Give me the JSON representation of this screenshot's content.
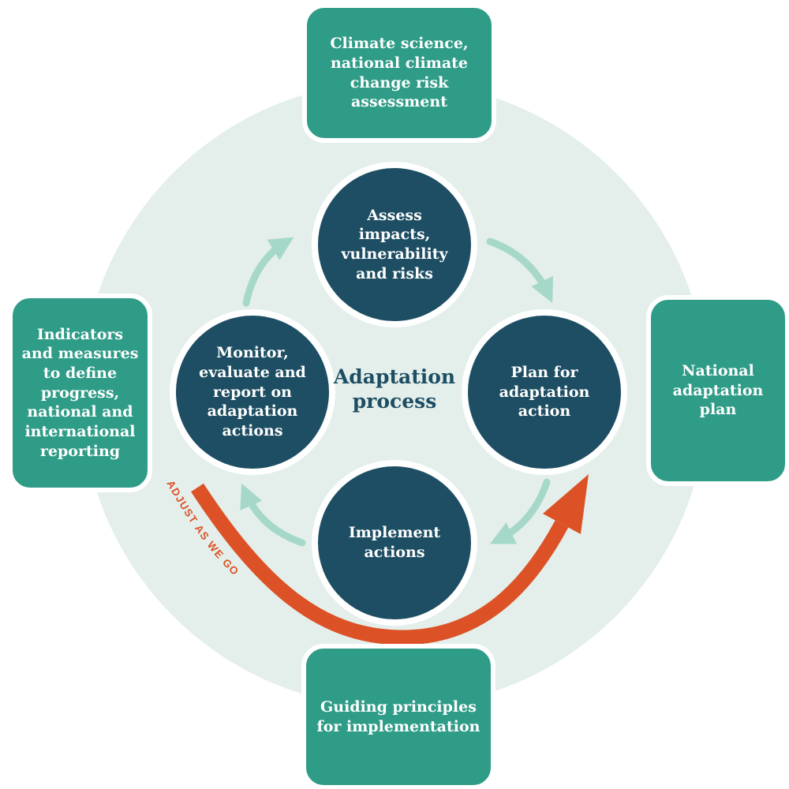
{
  "diagram": {
    "center_label": "Adaptation\nprocess",
    "cycle_nodes": [
      {
        "id": "assess",
        "label": "Assess\nimpacts,\nvulnerability\nand risks"
      },
      {
        "id": "plan",
        "label": "Plan for\nadaptation\naction"
      },
      {
        "id": "implement",
        "label": "Implement\nactions"
      },
      {
        "id": "monitor",
        "label": "Monitor,\nevaluate and\nreport on\nadaptation\nactions"
      }
    ],
    "outer_boxes": [
      {
        "position": "top",
        "label": "Climate science,\nnational climate\nchange risk\nassessment"
      },
      {
        "position": "right",
        "label": "National\nadaptation\nplan"
      },
      {
        "position": "bottom",
        "label": "Guiding principles\nfor implementation"
      },
      {
        "position": "left",
        "label": "Indicators\nand measures\nto define\nprogress,\nnational and\ninternational\nreporting"
      }
    ],
    "feedback_arrow_label": "ADJUST AS WE GO",
    "colors": {
      "box_green": "#2F9C87",
      "node_navy": "#1E4E63",
      "background_mint": "#E4EFEB",
      "cycle_arrow_teal": "#A6D8CA",
      "feedback_orange": "#DC5226",
      "label_white": "#FFFFFF"
    }
  }
}
